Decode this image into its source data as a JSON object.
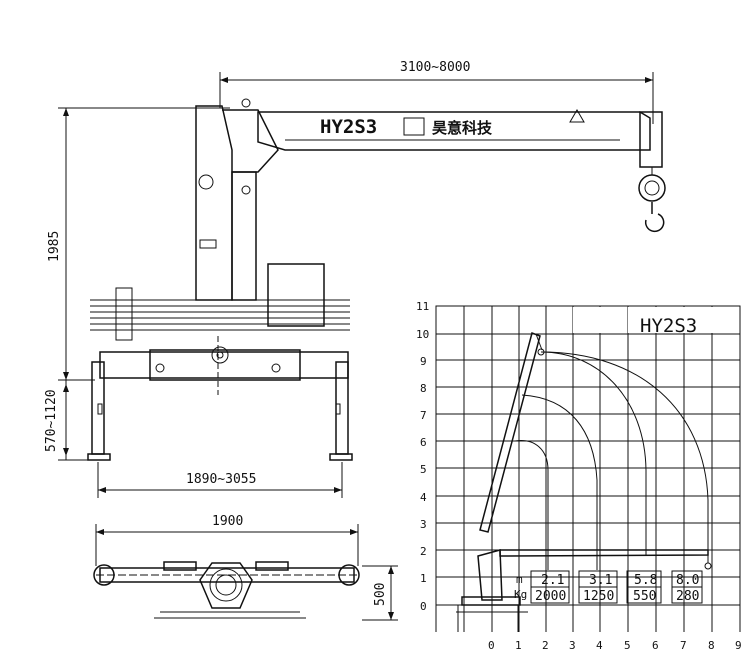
{
  "dims": {
    "boom_length": "3100~8000",
    "height": "1985",
    "outrigger_height": "570~1120",
    "outrigger_span": "1890~3055",
    "base_width": "1900",
    "base_depth": "500"
  },
  "boom_text": {
    "model": "HY2S3",
    "brand": "昊意科技"
  },
  "chart": {
    "model": "HY2S3",
    "y_ticks": [
      "0",
      "1",
      "2",
      "3",
      "4",
      "5",
      "6",
      "7",
      "8",
      "9",
      "10",
      "11"
    ],
    "x_ticks": [
      "0",
      "1",
      "2",
      "3",
      "4",
      "5",
      "6",
      "7",
      "8",
      "9"
    ],
    "row_labels": {
      "distance": "m",
      "load": "Kg"
    },
    "radius": [
      "2.1",
      "3.1",
      "5.8",
      "8.0"
    ],
    "load": [
      "2000",
      "1250",
      "550",
      "280"
    ]
  }
}
